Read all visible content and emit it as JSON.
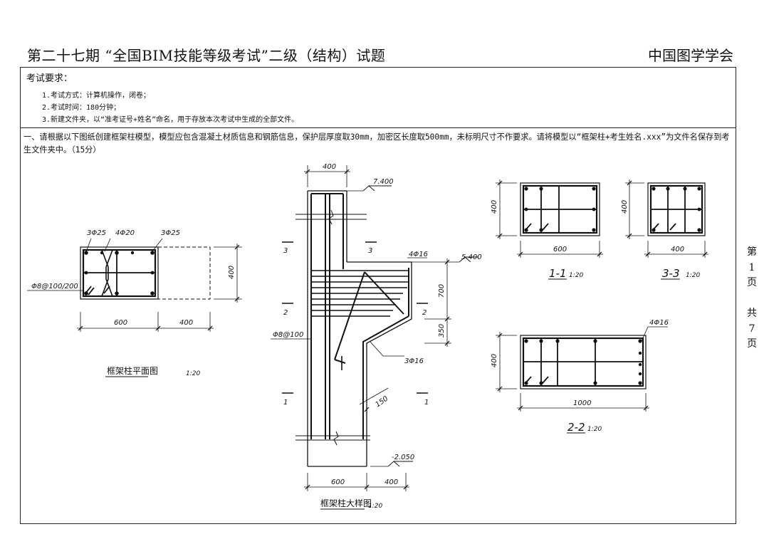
{
  "header": {
    "title": "第二十七期 “全国BIM技能等级考试”二级（结构）试题",
    "organization": "中国图学学会"
  },
  "requirements": {
    "heading": "考试要求：",
    "items": [
      "1.考试方式：计算机操作，闭卷；",
      "2.考试时间：180分钟；",
      "3.新建文件夹，以“准考证号+姓名”命名，用于存放本次考试中生成的全部文件。"
    ]
  },
  "question": {
    "text": "一、请根据以下图纸创建框架柱模型，模型应包含混凝土材质信息和钢筋信息，保护层厚度取30mm，加密区长度取500mm，未标明尺寸不作要求。请将模型以“框架柱+考生姓名.xxx”为文件名保存到考生文件夹中。（15分）"
  },
  "page_info": {
    "chars": [
      "第",
      "1",
      "页",
      "",
      "共",
      "7",
      "页"
    ]
  },
  "drawing": {
    "plan": {
      "labels": {
        "rebar_left": "3Φ25",
        "rebar_mid": "4Φ20",
        "rebar_right": "3Φ25",
        "stirrup": "Φ8@100/200"
      },
      "dims": {
        "width_a": "600",
        "width_b": "400",
        "height": "400"
      },
      "title": "框架柱平面图",
      "scale": "1:20"
    },
    "elevation": {
      "dims": {
        "top_width": "400",
        "bottom_a": "600",
        "bottom_b": "400",
        "h1": "700",
        "h2": "350",
        "slope": "150"
      },
      "elevations": {
        "top": "7.400",
        "corbel": "5.400",
        "bottom": "-2.050"
      },
      "rebar": {
        "top_bars": "4Φ16",
        "bottom_bars": "3Φ16",
        "stirrup": "Φ8@100"
      },
      "sections": {
        "s1": "1",
        "s2": "2",
        "s3": "3"
      },
      "title": "框架柱大样图",
      "scale": "1:20"
    },
    "section_1": {
      "title": "1-1",
      "scale": "1:20",
      "width": "600",
      "height": "400"
    },
    "section_3": {
      "title": "3-3",
      "scale": "1:20",
      "width": "400",
      "height": "400"
    },
    "section_2": {
      "title": "2-2",
      "scale": "1:20",
      "width": "1000",
      "height": "400",
      "rebar": "4Φ16"
    }
  }
}
